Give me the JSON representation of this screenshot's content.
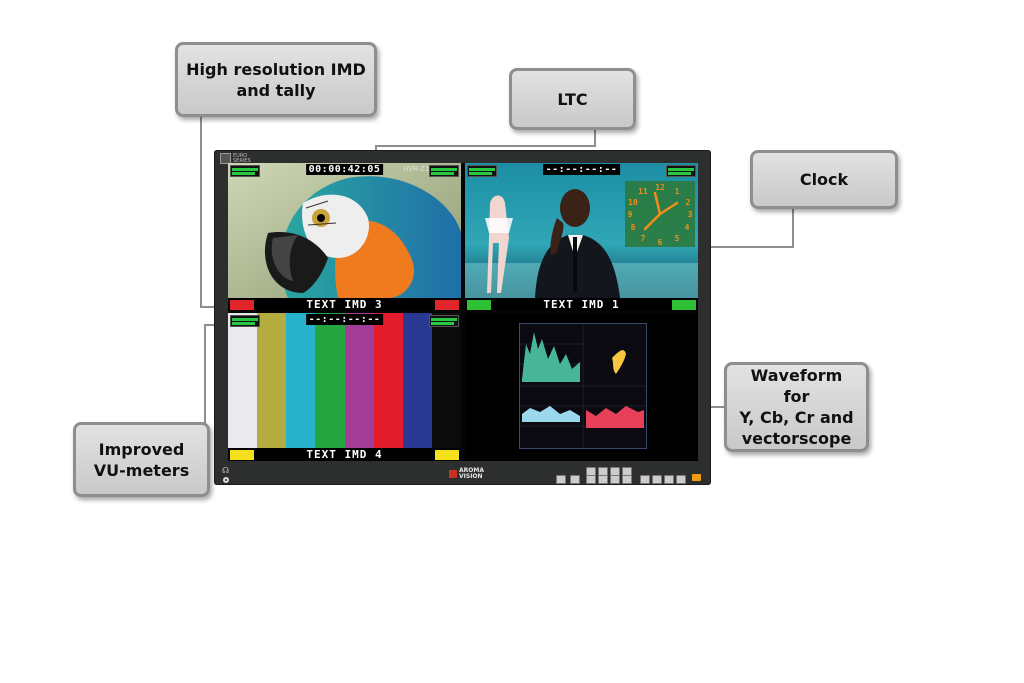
{
  "callouts": {
    "imd": {
      "line1": "High resolution IMD",
      "line2": "and tally"
    },
    "ltc": {
      "label": "LTC"
    },
    "clock": {
      "label": "Clock"
    },
    "waveform": {
      "line1": "Waveform for",
      "line2": "Y, Cb, Cr and",
      "line3": "vectorscope"
    },
    "vu": {
      "line1": "Improved",
      "line2": "VU-meters"
    }
  },
  "monitor": {
    "top_left_logo": "EURO\nSERIES",
    "brand": "AROMA\nVISION",
    "quadrants": [
      {
        "position": "top-left",
        "timecode": "00:00:42:05",
        "format": "HVR-Z1",
        "imd": "TEXT IMD 3",
        "tally_left_color": "#e0262b",
        "tally_right_color": "#e0262b"
      },
      {
        "position": "top-right",
        "timecode": "--:--:--:--",
        "imd": "TEXT IMD 1",
        "tally_left_color": "#2ec135",
        "tally_right_color": "#2ec135"
      },
      {
        "position": "bottom-left",
        "timecode": "--:--:--:--",
        "imd": "TEXT IMD 4",
        "tally_left_color": "#f4e11b",
        "tally_right_color": "#f4e11b"
      },
      {
        "position": "bottom-right",
        "timecode": "",
        "imd": "",
        "tally_left_color": "",
        "tally_right_color": ""
      }
    ],
    "color_bars": [
      "#e9e9ee",
      "#b4ac3f",
      "#28b3cc",
      "#25a540",
      "#a23d98",
      "#e31c2b",
      "#2a3a94",
      "#0b0b0b"
    ],
    "clock_digits": [
      "12",
      "1",
      "2",
      "3",
      "4",
      "5",
      "6",
      "7",
      "8",
      "9",
      "10",
      "11"
    ]
  },
  "colors": {
    "callout_border": "#8e8e8e",
    "wire": "#8a8a8a",
    "clock_orange": "#f28d1c"
  }
}
